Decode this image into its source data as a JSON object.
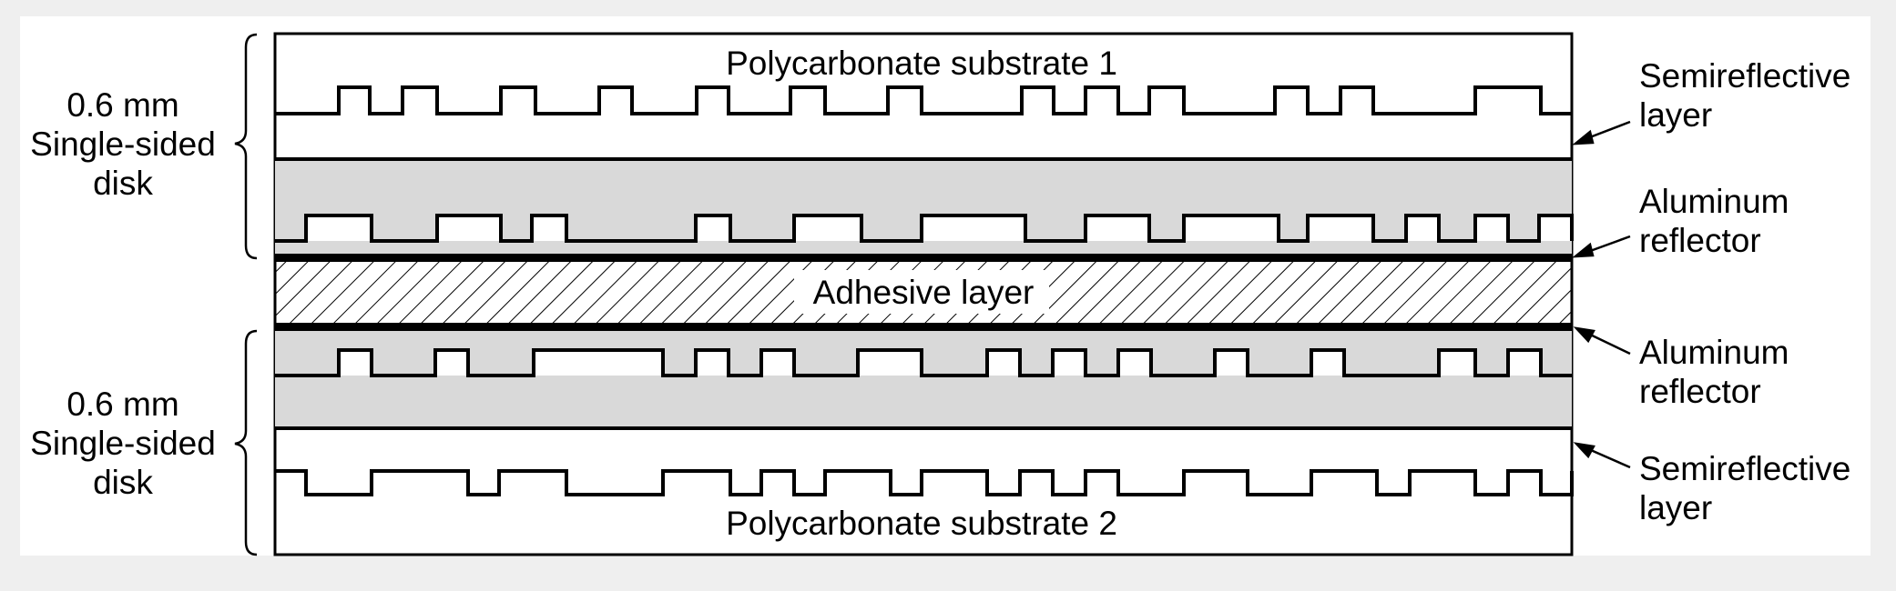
{
  "colors": {
    "background": "#efefef",
    "panel": "#ffffff",
    "layer_fill": "#d9d9d9",
    "ink": "#000000"
  },
  "top_disk": {
    "thickness_label": "0.6 mm",
    "type_label_1": "Single-sided",
    "type_label_2": "disk",
    "substrate_label": "Polycarbonate substrate 1"
  },
  "adhesive": {
    "label": "Adhesive layer"
  },
  "bottom_disk": {
    "thickness_label": "0.6 mm",
    "type_label_1": "Single-sided",
    "type_label_2": "disk",
    "substrate_label": "Polycarbonate substrate 2"
  },
  "callouts": {
    "semireflective_top": [
      "Semireflective",
      "layer"
    ],
    "aluminum_top": [
      "Aluminum",
      "reflector"
    ],
    "aluminum_bottom": [
      "Aluminum",
      "reflector"
    ],
    "semireflective_bottom": [
      "Semireflective",
      "layer"
    ]
  }
}
